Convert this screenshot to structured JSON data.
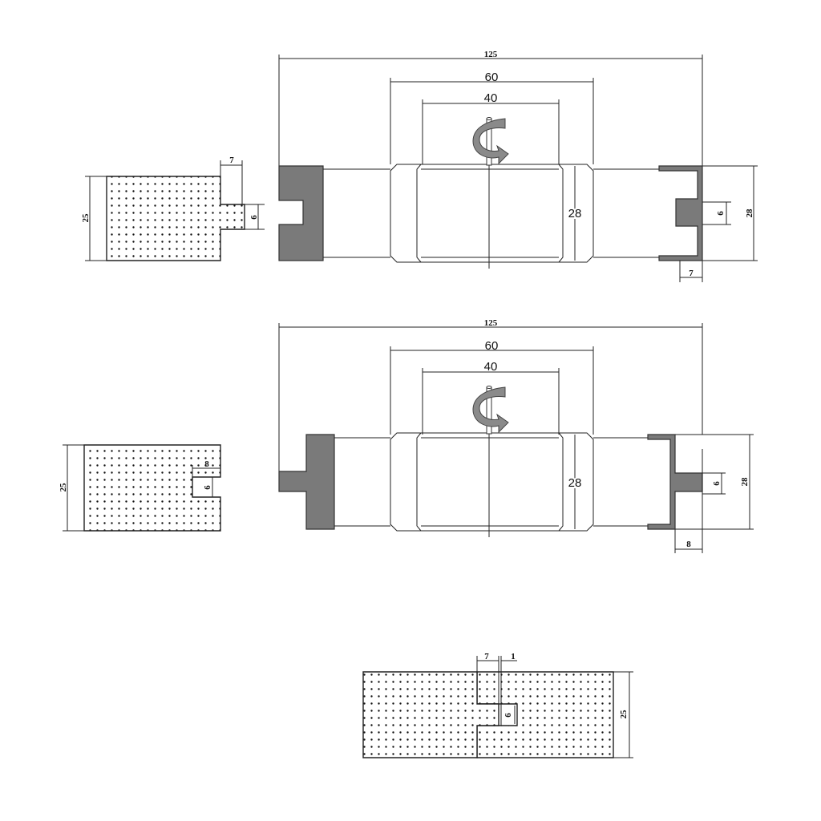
{
  "colors": {
    "cutter": "#7a7a7a",
    "line": "#222222",
    "arrow": "#8a8a8a"
  },
  "icons": {
    "rotation": "rotation-arrow-icon"
  },
  "top": {
    "profile": {
      "height": "25",
      "tongue_length": "7",
      "tongue_width": "6"
    },
    "cutter": {
      "overall": "125",
      "hub_outer": "60",
      "hub_inner": "40",
      "diameter": "28",
      "right_height": "28",
      "right_slot": "6",
      "right_depth": "7"
    }
  },
  "middle": {
    "profile": {
      "height": "25",
      "groove_depth": "8",
      "groove_width": "6"
    },
    "cutter": {
      "overall": "125",
      "hub_outer": "60",
      "hub_inner": "40",
      "diameter": "28",
      "right_height": "28",
      "right_tongue": "6",
      "right_depth": "8"
    }
  },
  "bottom": {
    "joint": {
      "tongue_length": "7",
      "gap": "1",
      "tongue_width": "6",
      "height": "25"
    }
  }
}
